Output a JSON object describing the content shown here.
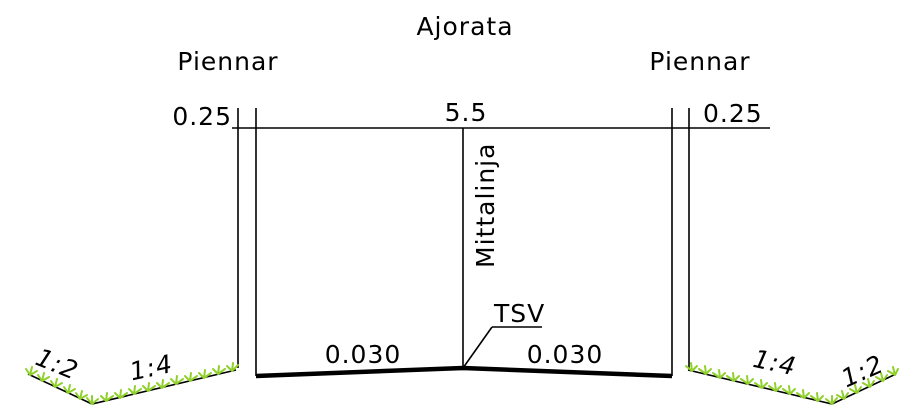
{
  "labels": {
    "carriageway": "Ajorata",
    "shoulder_left": "Piennar",
    "shoulder_right": "Piennar",
    "shoulder_width_left": "0.25",
    "carriageway_width": "5.5",
    "shoulder_width_right": "0.25",
    "centerline": "Mittalinja",
    "tsv": "TSV",
    "crossfall_left": "0.030",
    "crossfall_right": "0.030",
    "slope_outer_left": "1:2",
    "slope_inner_left": "1:4",
    "slope_inner_right": "1:4",
    "slope_outer_right": "1:2"
  },
  "colors": {
    "line": "#000000",
    "grass": "#8fd12a",
    "background": "#ffffff"
  }
}
